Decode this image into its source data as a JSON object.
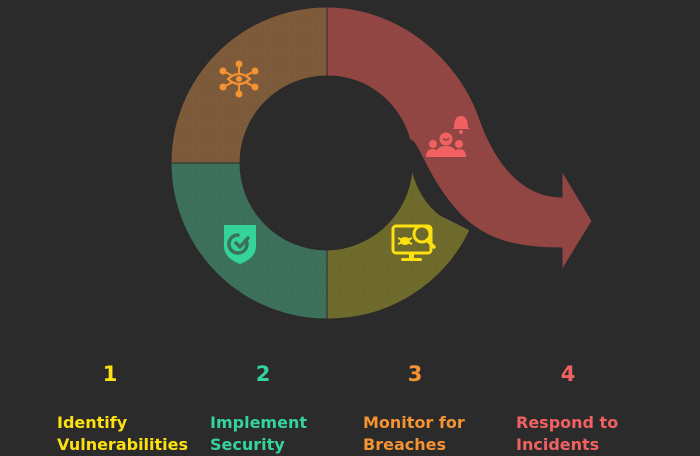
{
  "diagram": {
    "type": "cycle-with-exit-arrow",
    "colors": {
      "background": "#2b2b2b",
      "step1_fill": "#7d5a3a",
      "step1_accent": "#f59332",
      "step2_fill": "#3d705a",
      "step2_accent": "#34d399",
      "step3_fill": "#6e6a2c",
      "step3_accent": "#fde010",
      "step4_fill": "#924644",
      "step4_accent": "#f26161"
    },
    "steps": [
      {
        "number": "1",
        "title_line1": "Identify",
        "title_line2": "Vulnerabilities",
        "icon": "eye-network-icon",
        "color": "#fde010"
      },
      {
        "number": "2",
        "title_line1": "Implement",
        "title_line2": "Security",
        "icon": "shield-check-icon",
        "color": "#34d399"
      },
      {
        "number": "3",
        "title_line1": "Monitor for",
        "title_line2": "Breaches",
        "icon": "monitor-bug-search-icon",
        "color": "#f59332"
      },
      {
        "number": "4",
        "title_line1": "Respond to",
        "title_line2": "Incidents",
        "icon": "team-alert-bell-icon",
        "color": "#f26161"
      }
    ]
  }
}
